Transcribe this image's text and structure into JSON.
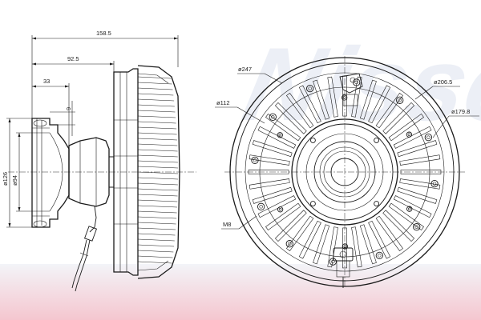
{
  "dimensions": {
    "total_length": "158.5",
    "hub_length": "92.5",
    "flange_length": "33",
    "flange_thickness": "9",
    "outer_dia_small": "ø126",
    "hub_dia": "ø94",
    "fan_dia": "ø247",
    "bolt_circle_1": "ø112",
    "bolt_circle_2": "ø206.5",
    "bolt_circle_3": "ø179.8",
    "thread": "M8"
  },
  "watermark": {
    "text": "Nissens",
    "color": "#c9d4e6"
  },
  "colors": {
    "line": "#1a1a1a",
    "band_top": "#f3f4f8",
    "band_bottom": "#f4c6cf"
  }
}
